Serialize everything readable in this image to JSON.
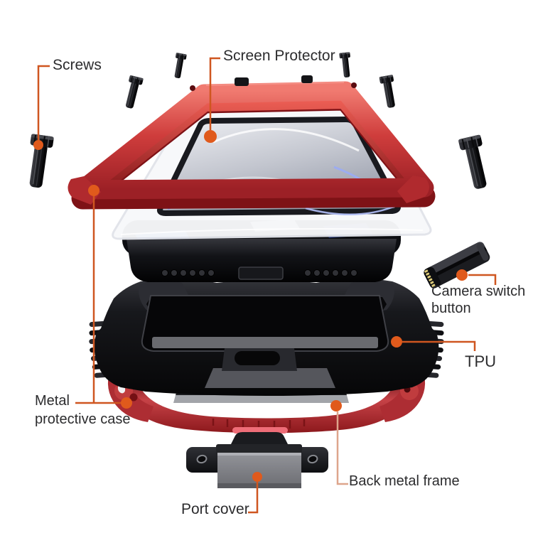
{
  "diagram": {
    "background": "#ffffff",
    "callout": {
      "line_color": "#cf5620",
      "muted_line_color": "#dea58c",
      "dot_color": "#e05a1c"
    },
    "labels": {
      "screws": "Screws",
      "screen_protector": "Screen Protector",
      "camera_switch_button": [
        "Camera switch",
        "button"
      ],
      "tpu": "TPU",
      "metal_protective_case": [
        "Metal",
        "protective case"
      ],
      "back_metal_frame": "Back metal frame",
      "port_cover": "Port cover"
    },
    "product_colors": {
      "metal_frame_red": "#c43a3c",
      "metal_frame_red_dark": "#7e1216",
      "metal_frame_red_light": "#f07a70",
      "tpu_black": "#121317",
      "phone_black": "#0c0d11",
      "glass_white": "#f7f8fa",
      "screen_gray": "#c3c6cf",
      "wallpaper_blue": "#8093f0",
      "kickstand_gray": "#2c2d31",
      "kickstand_edge_silver": "#a2a4a9",
      "port_cover_gray": "#7b7c81",
      "screw_black": "#1a1b1e",
      "connector_pin_gold": "#dcca79",
      "port_glow_pink": "#ee6d78"
    }
  }
}
